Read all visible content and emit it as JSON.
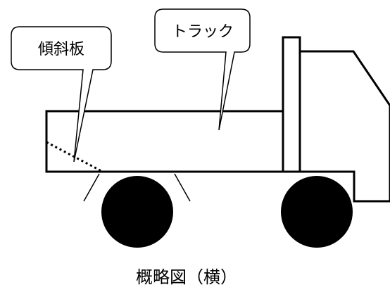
{
  "labels": {
    "tilt_plate": "傾斜板",
    "truck": "トラック"
  },
  "caption": "概略図（横）"
}
